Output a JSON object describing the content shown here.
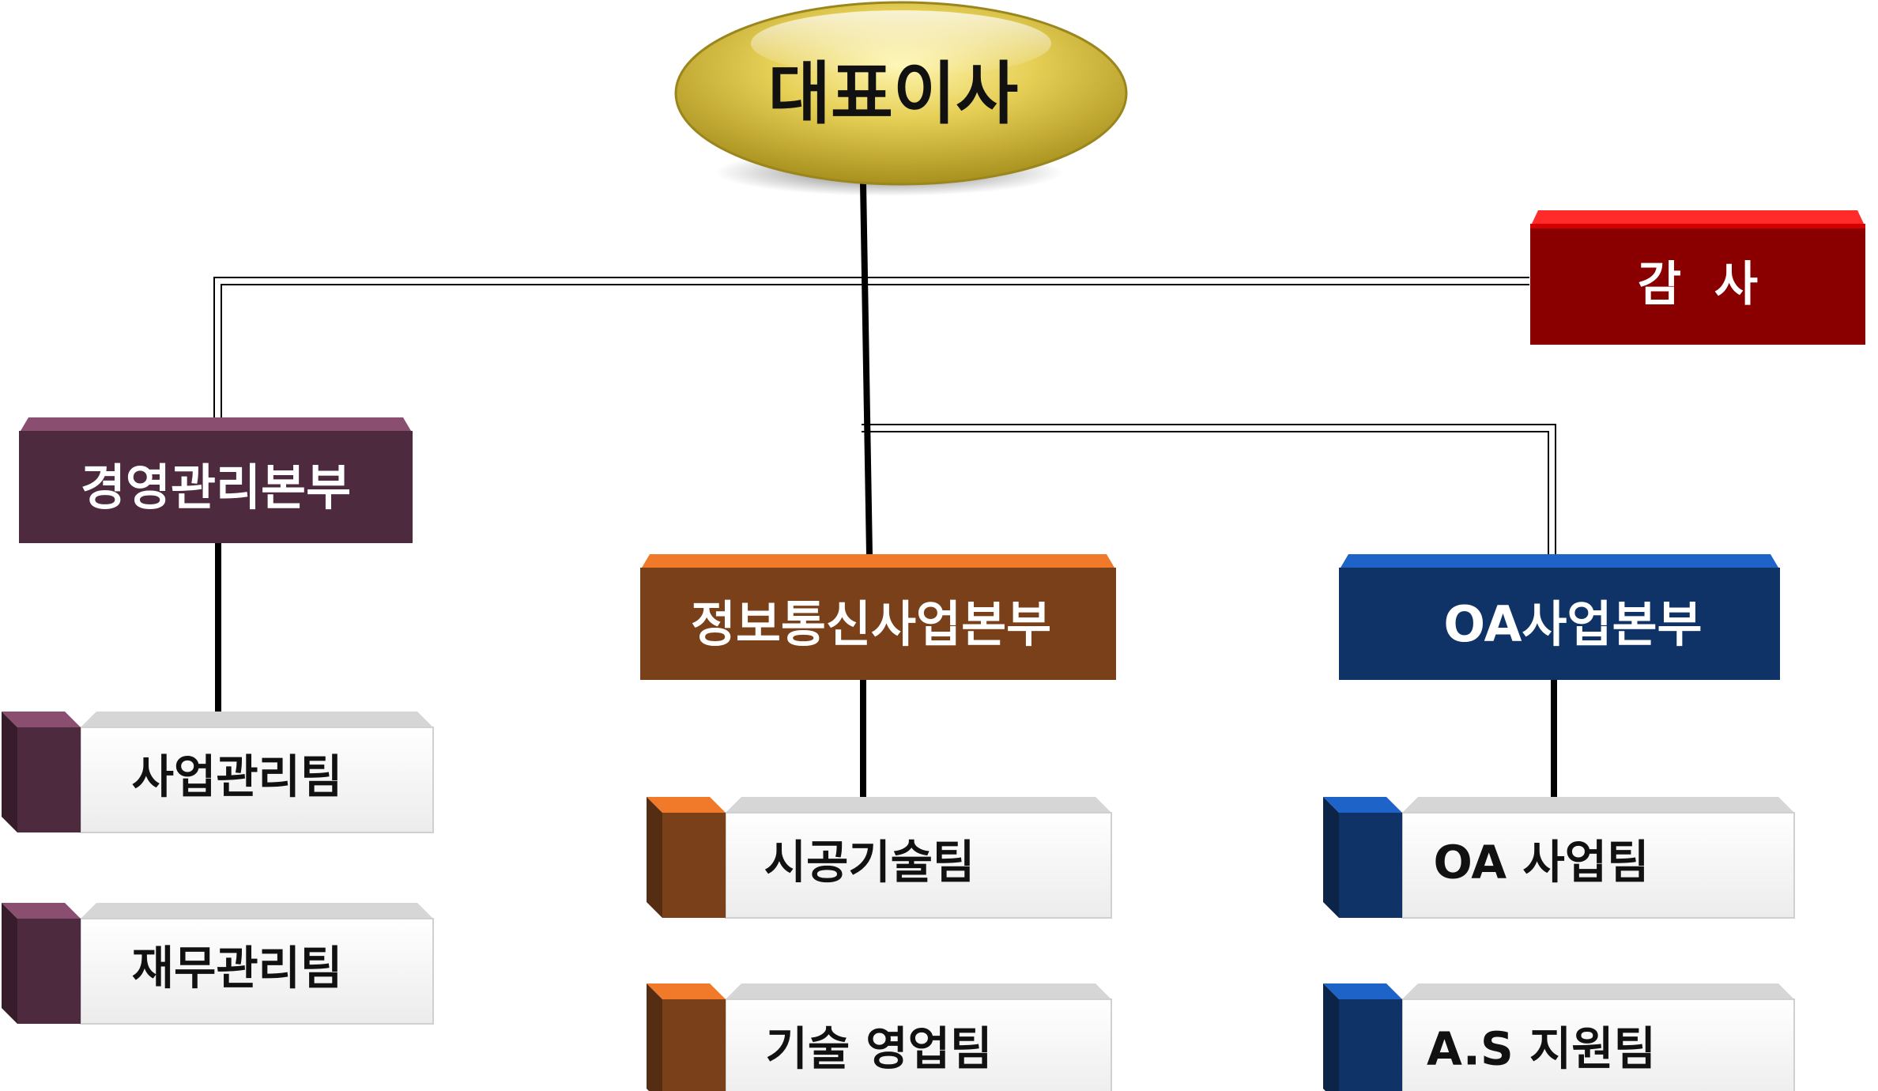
{
  "ceo": {
    "label": "대표이사"
  },
  "audit": {
    "label": "감  사"
  },
  "divisions": [
    {
      "key": "management",
      "label": "경영관리본부",
      "color": "#4e2a3f",
      "accent": "#8a4f70",
      "teams": [
        "사업관리팀",
        "재무관리팀"
      ]
    },
    {
      "key": "infocomm",
      "label": "정보통신사업본부",
      "color": "#7a4019",
      "accent": "#f07a2a",
      "teams": [
        "시공기술팀",
        "기술 영업팀"
      ]
    },
    {
      "key": "oa",
      "label": "OA사업본부",
      "color": "#0f3366",
      "accent": "#1e63c8",
      "teams": [
        "OA 사업팀",
        "A.S 지원팀"
      ]
    }
  ],
  "colors": {
    "ceo_fill": "#d9c14a",
    "audit_fill": "#8a0000",
    "audit_top": "#e00000"
  }
}
